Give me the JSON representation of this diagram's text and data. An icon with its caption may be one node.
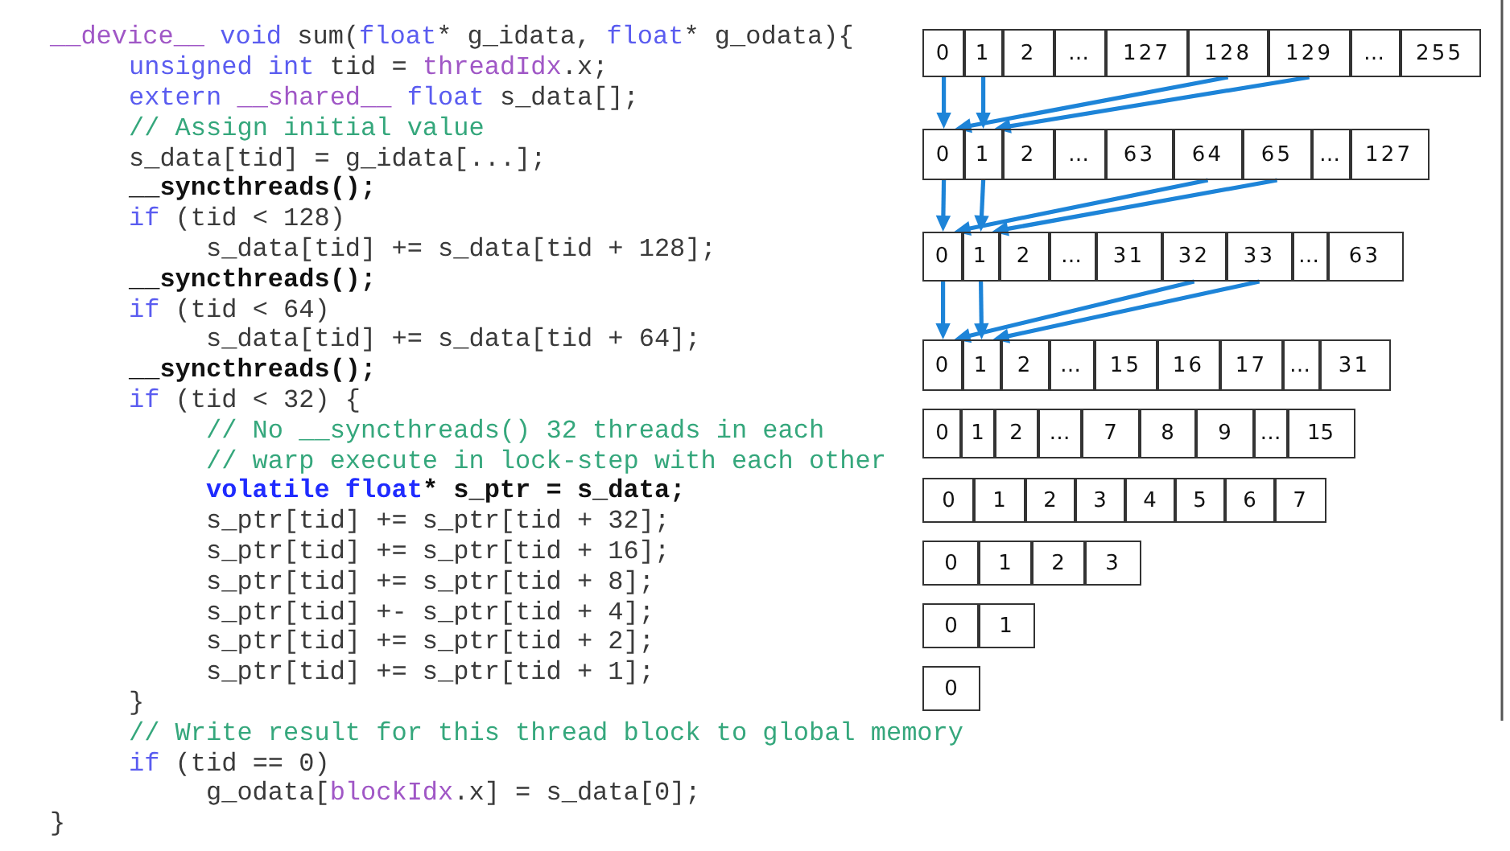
{
  "diagram": {
    "nodes": [
      {
        "text": [
          "0"
        ]
      },
      {
        "text": [
          "1"
        ]
      },
      {
        "text": [
          "2"
        ]
      },
      {
        "text": [
          "…"
        ]
      },
      {
        "text": [
          "127"
        ]
      },
      {
        "text": [
          "128"
        ]
      },
      {
        "text": [
          "129"
        ]
      },
      {
        "text": [
          "…"
        ]
      },
      {
        "text": [
          "255"
        ]
      },
      {
        "text": [
          "0"
        ]
      },
      {
        "text": [
          "1"
        ]
      },
      {
        "text": [
          "2"
        ]
      },
      {
        "text": [
          "…"
        ]
      },
      {
        "text": [
          "63"
        ]
      },
      {
        "text": [
          "64"
        ]
      },
      {
        "text": [
          "65"
        ]
      },
      {
        "text": [
          "…"
        ]
      },
      {
        "text": [
          "127"
        ]
      },
      {
        "text": [
          "0"
        ]
      },
      {
        "text": [
          "1"
        ]
      },
      {
        "text": [
          "2"
        ]
      },
      {
        "text": [
          "…"
        ]
      },
      {
        "text": [
          "31"
        ]
      },
      {
        "text": [
          "32"
        ]
      },
      {
        "text": [
          "33"
        ]
      },
      {
        "text": [
          "…"
        ]
      },
      {
        "text": [
          "63"
        ]
      },
      {
        "text": [
          "0"
        ]
      },
      {
        "text": [
          "1"
        ]
      },
      {
        "text": [
          "2"
        ]
      },
      {
        "text": [
          "…"
        ]
      },
      {
        "text": [
          "15"
        ]
      },
      {
        "text": [
          "16"
        ]
      },
      {
        "text": [
          "17"
        ]
      },
      {
        "text": [
          "…"
        ]
      },
      {
        "text": [
          "31"
        ]
      },
      {
        "text": [
          "0"
        ]
      },
      {
        "text": [
          "1"
        ]
      },
      {
        "text": [
          "2"
        ]
      },
      {
        "text": [
          "…"
        ]
      },
      {
        "text": [
          "7"
        ]
      },
      {
        "text": [
          "8"
        ]
      },
      {
        "text": [
          "9"
        ]
      },
      {
        "text": [
          "…"
        ]
      },
      {
        "text": [
          "15"
        ]
      },
      {
        "text": [
          "0"
        ]
      },
      {
        "text": [
          "1"
        ]
      },
      {
        "text": [
          "2"
        ]
      },
      {
        "text": [
          "3"
        ]
      },
      {
        "text": [
          "4"
        ]
      },
      {
        "text": [
          "5"
        ]
      },
      {
        "text": [
          "6"
        ]
      },
      {
        "text": [
          "7"
        ]
      },
      {
        "text": [
          "0"
        ]
      },
      {
        "text": [
          "1"
        ]
      },
      {
        "text": [
          "2"
        ]
      },
      {
        "text": [
          "3"
        ]
      },
      {
        "text": [
          "0"
        ]
      },
      {
        "text": [
          "1"
        ]
      },
      {
        "text": [
          "0"
        ]
      }
    ],
    "edges": [
      {
        "from": 0,
        "to": 9,
        "arrow": "to"
      },
      {
        "from": 1,
        "to": 10,
        "arrow": "to"
      },
      {
        "from": 5,
        "to": 9,
        "arrow": "to"
      },
      {
        "from": 6,
        "to": 10,
        "arrow": "to"
      },
      {
        "from": 9,
        "to": 18,
        "arrow": "to"
      },
      {
        "from": 10,
        "to": 19,
        "arrow": "to"
      },
      {
        "from": 14,
        "to": 18,
        "arrow": "to"
      },
      {
        "from": 15,
        "to": 19,
        "arrow": "to"
      },
      {
        "from": 18,
        "to": 27,
        "arrow": "to"
      },
      {
        "from": 19,
        "to": 28,
        "arrow": "to"
      },
      {
        "from": 23,
        "to": 27,
        "arrow": "to"
      },
      {
        "from": 24,
        "to": 28,
        "arrow": "to"
      }
    ],
    "labels": [
      "__device__ void sum(float* g_idata, float* g_odata){",
      "unsigned int tid = threadIdx.x;",
      "extern __shared__ float s_data[];",
      "// Assign initial value",
      "s_data[tid] = g_idata[...];",
      "__syncthreads();",
      "if (tid < 128)",
      "s_data[tid] += s_data[tid + 128];",
      "__syncthreads();",
      "if (tid < 64)",
      "s_data[tid] += s_data[tid + 64];",
      "__syncthreads();",
      "if (tid < 32) {",
      "// No __syncthreads() 32 threads in each",
      "// warp execute in lock-step with each other",
      "volatile float* s_ptr = s_data;",
      "s_ptr[tid] += s_ptr[tid + 32];",
      "s_ptr[tid] += s_ptr[tid + 16];",
      "s_ptr[tid] += s_ptr[tid + 8];",
      "s_ptr[tid] +- s_ptr[tid + 4];",
      "s_ptr[tid] += s_ptr[tid + 2];",
      "s_ptr[tid] += s_ptr[tid + 1];",
      "}",
      "// Write result for this thread block to global memory",
      "if (tid == 0)",
      "g_odata[blockIdx.x] = s_data[0];",
      "}"
    ]
  }
}
